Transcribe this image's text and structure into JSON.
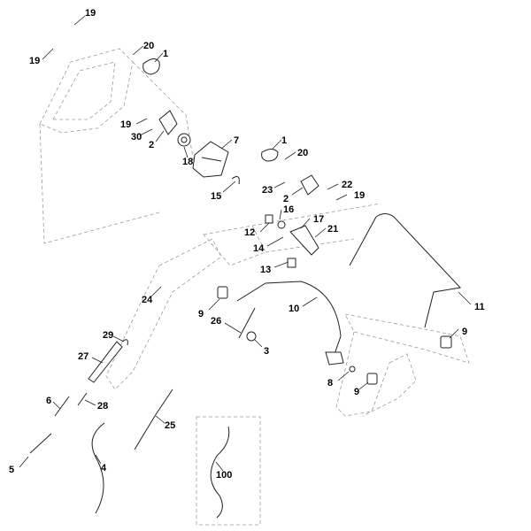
{
  "labels": [
    {
      "n": "19"
    },
    {
      "n": "19"
    },
    {
      "n": "20"
    },
    {
      "n": "1"
    },
    {
      "n": "19"
    },
    {
      "n": "30"
    },
    {
      "n": "2"
    },
    {
      "n": "18"
    },
    {
      "n": "7"
    },
    {
      "n": "15"
    },
    {
      "n": "1"
    },
    {
      "n": "20"
    },
    {
      "n": "23"
    },
    {
      "n": "2"
    },
    {
      "n": "22"
    },
    {
      "n": "19"
    },
    {
      "n": "16"
    },
    {
      "n": "12"
    },
    {
      "n": "17"
    },
    {
      "n": "21"
    },
    {
      "n": "14"
    },
    {
      "n": "13"
    },
    {
      "n": "24"
    },
    {
      "n": "9"
    },
    {
      "n": "10"
    },
    {
      "n": "11"
    },
    {
      "n": "26"
    },
    {
      "n": "3"
    },
    {
      "n": "29"
    },
    {
      "n": "27"
    },
    {
      "n": "9"
    },
    {
      "n": "8"
    },
    {
      "n": "9"
    },
    {
      "n": "6"
    },
    {
      "n": "28"
    },
    {
      "n": "25"
    },
    {
      "n": "5"
    },
    {
      "n": "4"
    },
    {
      "n": "100"
    }
  ]
}
